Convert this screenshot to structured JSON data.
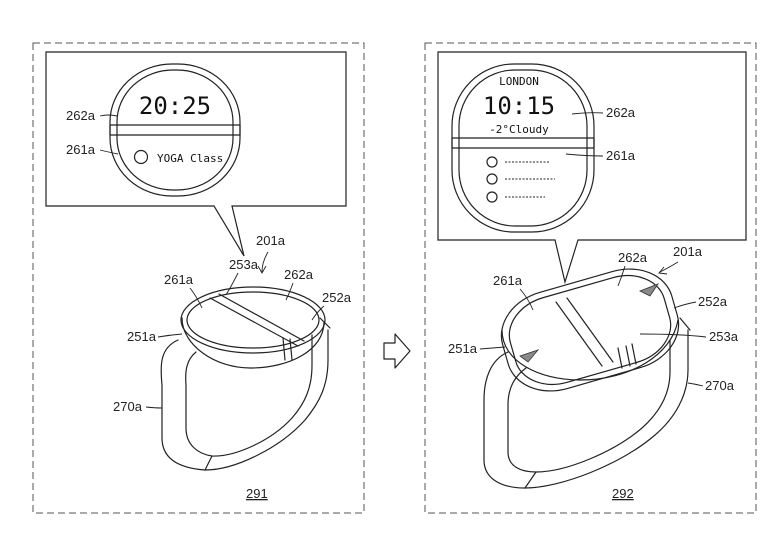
{
  "figures": [
    {
      "id": "291",
      "screen": {
        "time": "20:25",
        "item": "YOGA Class"
      },
      "callouts": [
        "262a",
        "261a"
      ],
      "labels": [
        "201a",
        "253a",
        "261a",
        "262a",
        "252a",
        "251a",
        "270a"
      ]
    },
    {
      "id": "292",
      "screen": {
        "city": "LONDON",
        "time": "10:15",
        "weather": "-2°Cloudy"
      },
      "callouts": [
        "262a",
        "261a"
      ],
      "labels": [
        "201a",
        "262a",
        "261a",
        "252a",
        "253a",
        "251a",
        "270a"
      ]
    }
  ],
  "arrow": "transition-arrow-icon"
}
